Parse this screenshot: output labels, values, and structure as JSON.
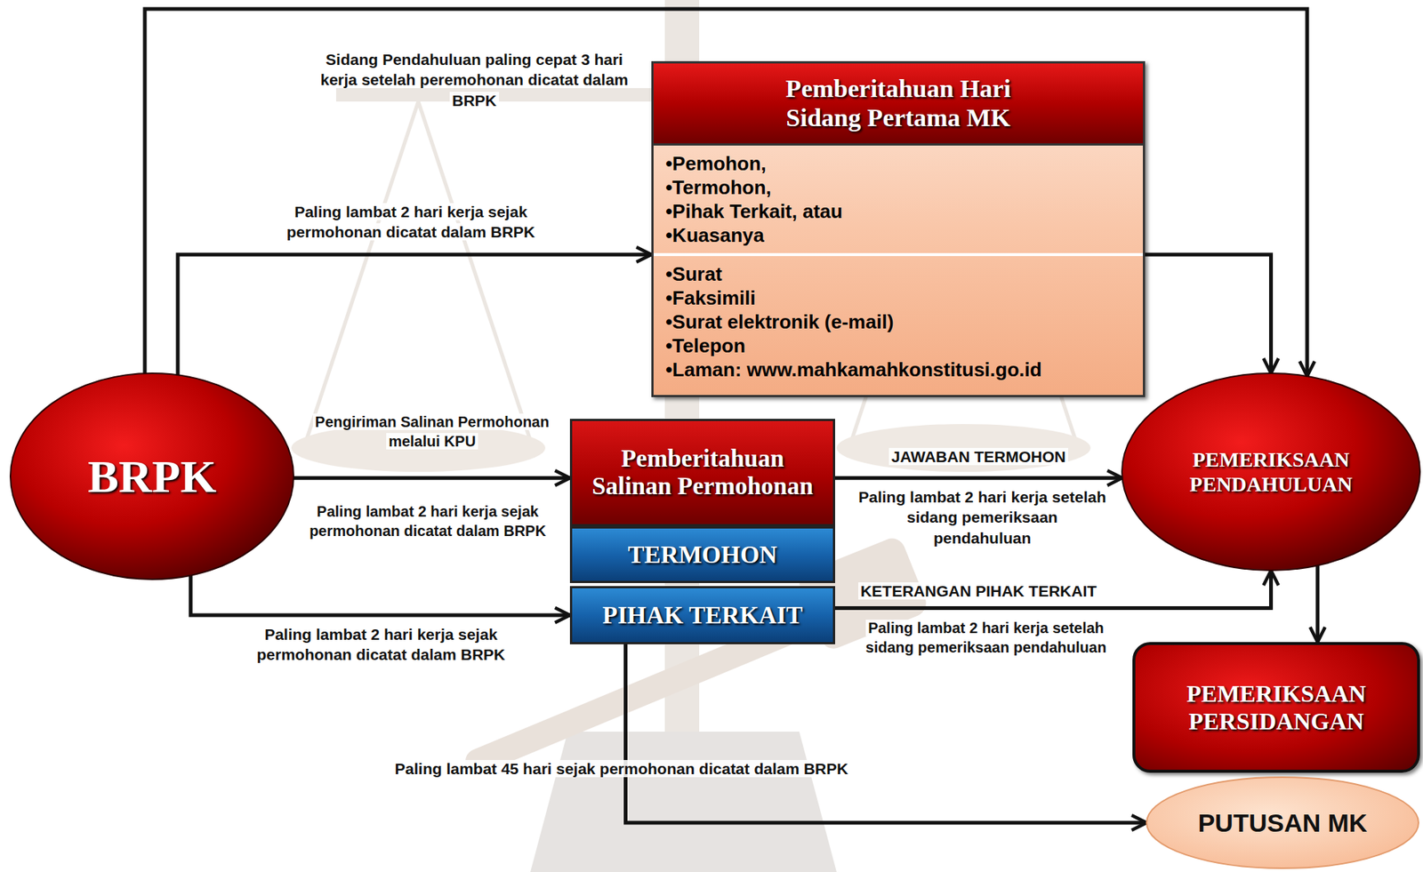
{
  "diagram": {
    "nodes": [
      {
        "text": [
          "BRPK"
        ]
      },
      {
        "text": [
          "Pemberitahuan Hari Sidang Pertama MK",
          "•Pemohon,",
          "•Termohon,",
          "•Pihak Terkait, atau",
          "•Kuasanya",
          "•Surat",
          "•Faksimili",
          "•Surat elektronik (e-mail)",
          "•Telepon",
          "•Laman: www.mahkamahkonstitusi.go.id"
        ]
      },
      {
        "text": [
          "Pemberitahuan Salinan Permohonan"
        ]
      },
      {
        "text": [
          "TERMOHON"
        ]
      },
      {
        "text": [
          "PIHAK TERKAIT"
        ]
      },
      {
        "text": [
          "PEMERIKSAAN PENDAHULUAN"
        ]
      },
      {
        "text": [
          "PEMERIKSAAN PERSIDANGAN"
        ]
      },
      {
        "text": [
          "PUTUSAN MK"
        ]
      }
    ],
    "edges": [
      {
        "from": 0,
        "to": 5,
        "arrow": "to",
        "label": "Sidang Pendahuluan paling cepat 3 hari kerja setelah peremohonan dicatat dalam BRPK"
      },
      {
        "from": 0,
        "to": 1,
        "arrow": "to",
        "label": "Paling lambat 2 hari kerja sejak permohonan dicatat dalam BRPK"
      },
      {
        "from": 1,
        "to": 5,
        "arrow": "to"
      },
      {
        "from": 0,
        "to": 2,
        "arrow": "to",
        "label": "Pengiriman Salinan Permohonan melalui KPU"
      },
      {
        "from": 0,
        "to": 4,
        "arrow": "to",
        "label": "Paling lambat 2 hari kerja sejak permohonan dicatat dalam BRPK"
      },
      {
        "from": 2,
        "to": 5,
        "arrow": "to",
        "label": "JAWABAN TERMOHON"
      },
      {
        "from": 4,
        "to": 5,
        "arrow": "to",
        "label": "KETERANGAN PIHAK TERKAIT"
      },
      {
        "from": 5,
        "to": 6,
        "arrow": "to"
      },
      {
        "from": 4,
        "to": 7,
        "arrow": "to",
        "label": "Paling lambat 45 hari sejak permohonan dicatat dalam BRPK"
      }
    ],
    "labels": [
      "Paling lambat 2 hari kerja sejak permohonan dicatat dalam BRPK",
      "Paling lambat 2 hari kerja setelah sidang pemeriksaan pendahuluan",
      "Paling lambat 2 hari kerja setelah sidang pemeriksaan pendahuluan"
    ]
  }
}
